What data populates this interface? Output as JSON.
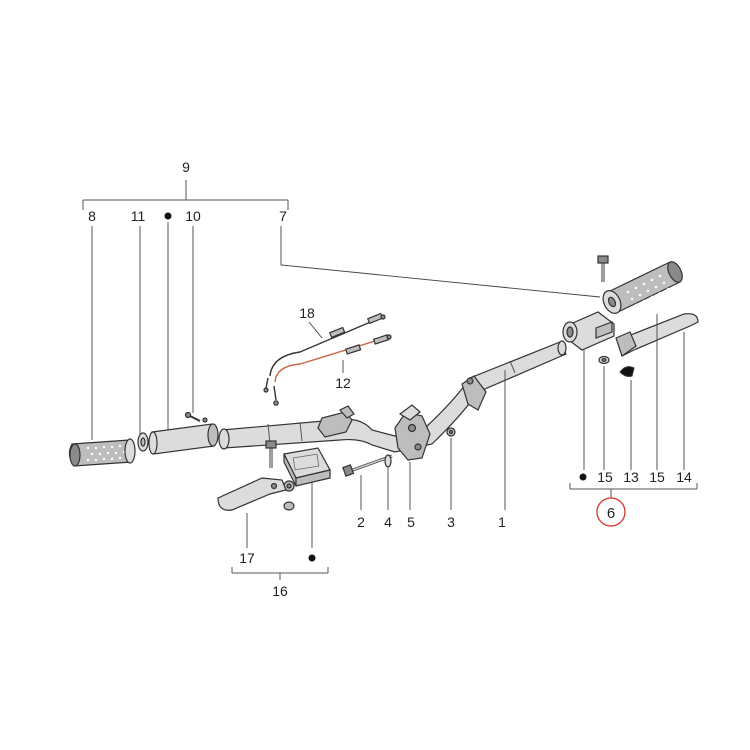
{
  "callouts": {
    "c1": "1",
    "c2": "2",
    "c3": "3",
    "c4": "4",
    "c5": "5",
    "c6": "6",
    "c7": "7",
    "c8": "8",
    "c9": "9",
    "c10": "10",
    "c11": "11",
    "c12": "12",
    "c13": "13",
    "c14": "14",
    "c15a": "15",
    "c15b": "15",
    "c16": "16",
    "c17": "17",
    "c18": "18"
  },
  "colors": {
    "highlight_circle": "#d9302c",
    "cable_12": "#c96a4a"
  }
}
